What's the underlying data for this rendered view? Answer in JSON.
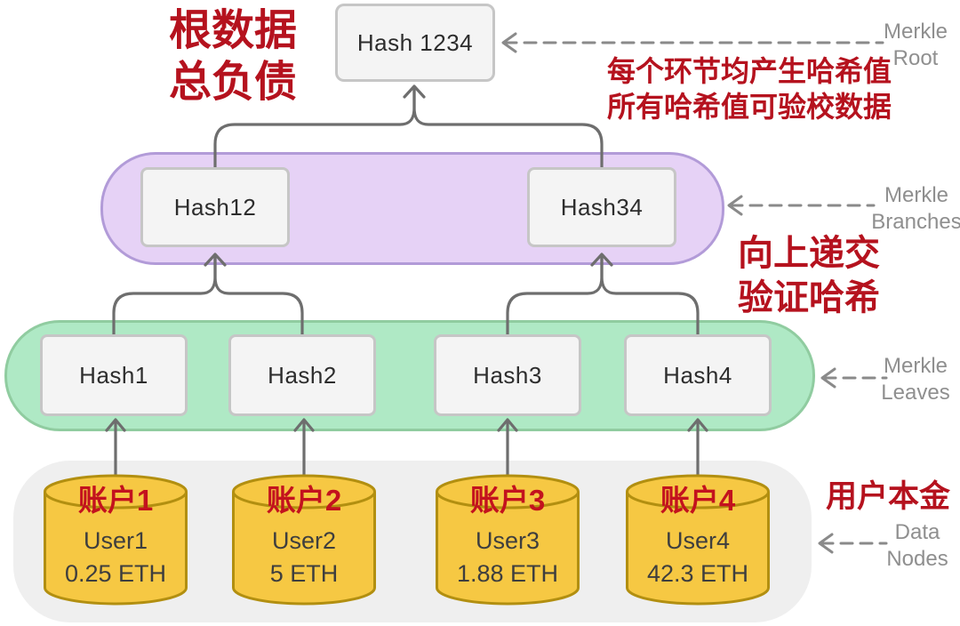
{
  "colors": {
    "annotation_red": "#B5121E",
    "account_red": "#C3121E",
    "purple_fill": "#E6D2F6",
    "purple_border": "#B29BD8",
    "green_fill": "#AFE9C5",
    "green_border": "#90CCA0",
    "gray_fill": "#EFEFEF",
    "box_fill": "#F4F4F4",
    "box_border": "#C6C6C6",
    "cylinder_fill": "#F6C843",
    "cylinder_border": "#B28F10",
    "connector_gray": "#6E6E6E",
    "pointer_gray": "#8A8A8A",
    "label_gray": "#8F8F8F"
  },
  "annotations": {
    "root_title_line1": "根数据",
    "root_title_line2": "总负债",
    "hash_note_line1": "每个环节均产生哈希值",
    "hash_note_line2": "所有哈希值可验校数据",
    "submit_note_line1": "向上递交",
    "submit_note_line2": "验证哈希",
    "principal_label": "用户本金"
  },
  "side_labels": {
    "root": {
      "line1": "Merkle",
      "line2": "Root"
    },
    "branches": {
      "line1": "Merkle",
      "line2": "Branches"
    },
    "leaves": {
      "line1": "Merkle",
      "line2": "Leaves"
    },
    "nodes": {
      "line1": "Data",
      "line2": "Nodes"
    }
  },
  "tree": {
    "root": {
      "label": "Hash 1234"
    },
    "branches": [
      {
        "label": "Hash12"
      },
      {
        "label": "Hash34"
      }
    ],
    "leaves": [
      {
        "label": "Hash1"
      },
      {
        "label": "Hash2"
      },
      {
        "label": "Hash3"
      },
      {
        "label": "Hash4"
      }
    ],
    "data_nodes": [
      {
        "account": "账户1",
        "user": "User1",
        "amount": "0.25 ETH"
      },
      {
        "account": "账户2",
        "user": "User2",
        "amount": "5 ETH"
      },
      {
        "account": "账户3",
        "user": "User3",
        "amount": "1.88 ETH"
      },
      {
        "account": "账户4",
        "user": "User4",
        "amount": "42.3 ETH"
      }
    ]
  }
}
